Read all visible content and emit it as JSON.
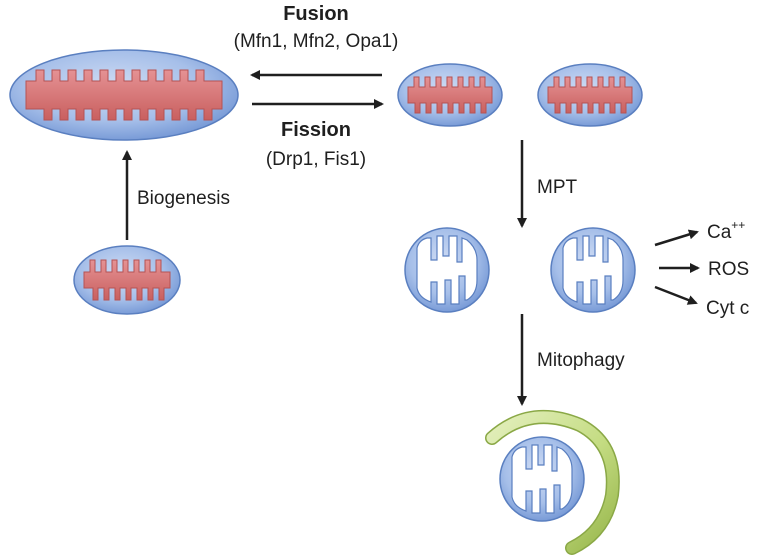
{
  "labels": {
    "fusion_title": "Fusion",
    "fusion_proteins": "(Mfn1, Mfn2, Opa1)",
    "fission_title": "Fission",
    "fission_proteins": "(Drp1, Fis1)",
    "biogenesis": "Biogenesis",
    "mpt": "MPT",
    "mitophagy": "Mitophagy",
    "calcium_base": "Ca",
    "calcium_charge": "++",
    "ros": "ROS",
    "cytc": "Cyt c"
  },
  "colors": {
    "outer_membrane": "#8fb0e3",
    "outer_membrane_stroke": "#4a6fb0",
    "cristae_healthy": "#d9787a",
    "cristae_damaged": "#ffffff",
    "phagophore": "#c9e08a",
    "arrow": "#1f1f1f",
    "text": "#1f1f1f"
  }
}
